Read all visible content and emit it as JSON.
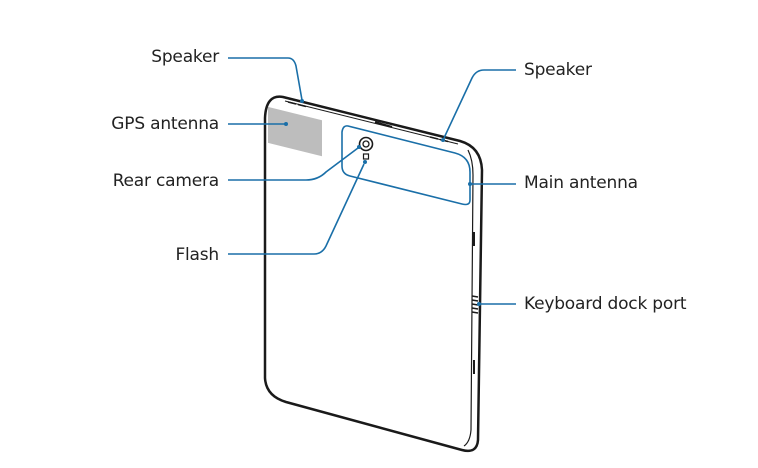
{
  "labels": {
    "speaker_left": "Speaker",
    "gps_antenna": "GPS antenna",
    "rear_camera": "Rear camera",
    "flash": "Flash",
    "speaker_right": "Speaker",
    "main_antenna": "Main antenna",
    "keyboard_dock_port": "Keyboard dock port"
  },
  "colors": {
    "callout": "#1a6fa8",
    "outline": "#1a1a1a",
    "gps_fill": "#bdbdbd",
    "text": "#222222"
  }
}
